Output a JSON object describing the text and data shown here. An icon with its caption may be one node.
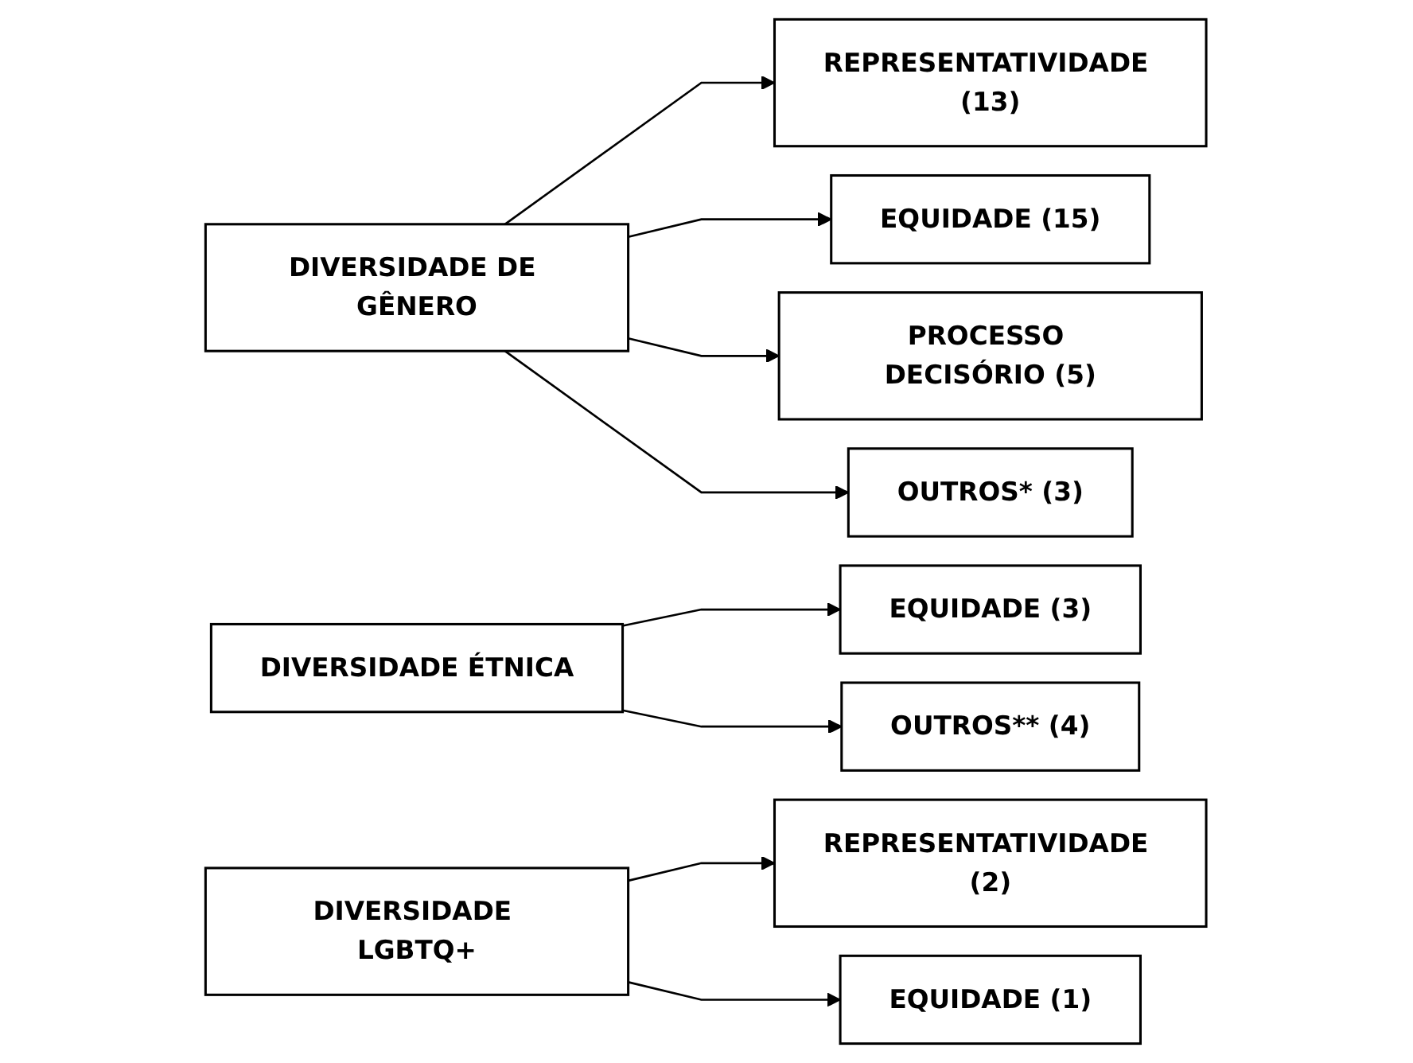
{
  "diagram": {
    "nodes": [
      {
        "text": [
          "DIVERSIDADE DE GÊNERO"
        ]
      },
      {
        "text": [
          "REPRESENTATIVIDADE (13)"
        ]
      },
      {
        "text": [
          "EQUIDADE (15)"
        ]
      },
      {
        "text": [
          "PROCESSO DECISÓRIO (5)"
        ]
      },
      {
        "text": [
          "OUTROS* (3)"
        ]
      },
      {
        "text": [
          "DIVERSIDADE ÉTNICA"
        ]
      },
      {
        "text": [
          "EQUIDADE (3)"
        ]
      },
      {
        "text": [
          "OUTROS** (4)"
        ]
      },
      {
        "text": [
          "DIVERSIDADE LGBTQ+"
        ]
      },
      {
        "text": [
          "REPRESENTATIVIDADE (2)"
        ]
      },
      {
        "text": [
          "EQUIDADE (1)"
        ]
      }
    ],
    "edges": [
      {
        "from": 0,
        "to": 1,
        "arrow": "to"
      },
      {
        "from": 0,
        "to": 2,
        "arrow": "to"
      },
      {
        "from": 0,
        "to": 3,
        "arrow": "to"
      },
      {
        "from": 0,
        "to": 4,
        "arrow": "to"
      },
      {
        "from": 5,
        "to": 6,
        "arrow": "to"
      },
      {
        "from": 5,
        "to": 7,
        "arrow": "to"
      },
      {
        "from": 8,
        "to": 9,
        "arrow": "to"
      },
      {
        "from": 8,
        "to": 10,
        "arrow": "to"
      }
    ]
  }
}
